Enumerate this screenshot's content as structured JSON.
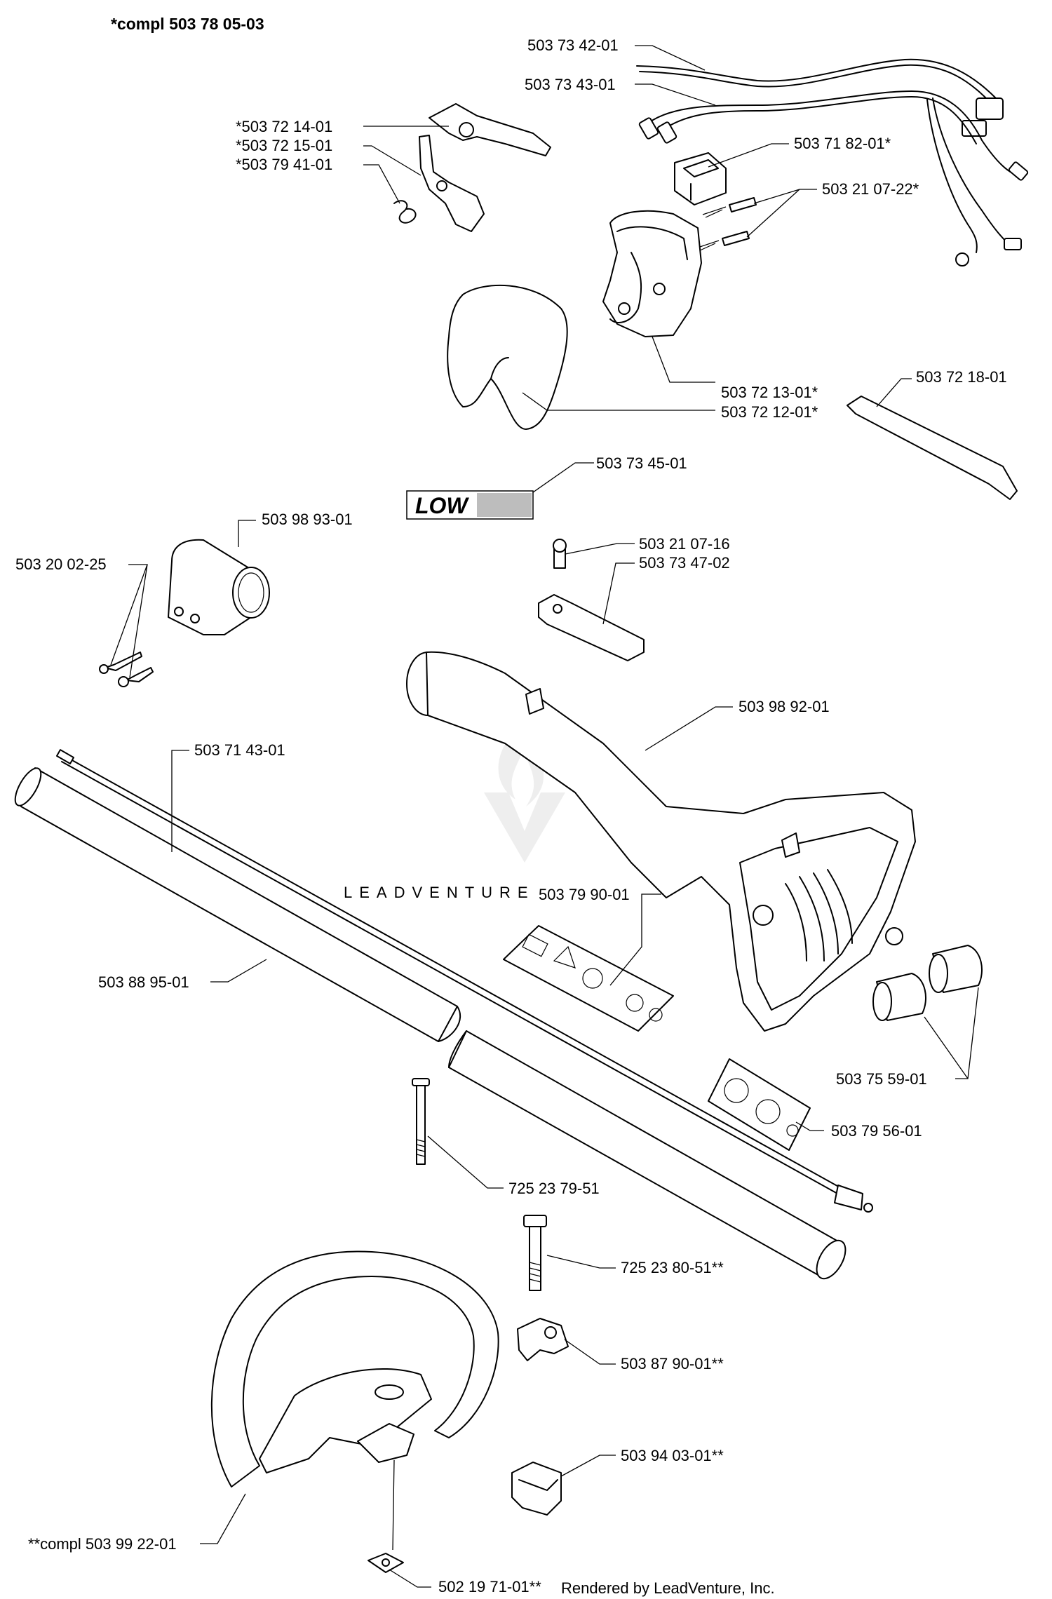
{
  "header": {
    "assembly": "*compl 503 78 05-03"
  },
  "watermark": {
    "brand": "LEADVENTURE"
  },
  "credit": "Rendered by LeadVenture, Inc.",
  "low_decal": "LOW",
  "labels": {
    "p503734201": "503 73 42-01",
    "p503734301": "503 73 43-01",
    "p503721401": "*503 72 14-01",
    "p503721501": "*503 72 15-01",
    "p503794101": "*503 79 41-01",
    "p503718201": "503 71 82-01*",
    "p503210722": "503 21 07-22*",
    "p503721301": "503 72 13-01*",
    "p503721201": "503 72 12-01*",
    "p503721801": "503 72 18-01",
    "p503734501": "503 73 45-01",
    "p503989301": "503 98 93-01",
    "p503200225": "503 20 02-25",
    "p503210716": "503 21 07-16",
    "p503734702": "503 73 47-02",
    "p503989201": "503 98 92-01",
    "p503714301": "503 71 43-01",
    "p503799001": "503 79 90-01",
    "p503889501": "503 88 95-01",
    "p503755901": "503 75 59-01",
    "p503795601": "503 79 56-01",
    "p725237951": "725 23 79-51",
    "p725238051": "725 23 80-51**",
    "p503879001": "503 87 90-01**",
    "p503940301": "503 94 03-01**",
    "p503992201": "**compl 503 99 22-01",
    "p502197101": "502 19 71-01**"
  }
}
